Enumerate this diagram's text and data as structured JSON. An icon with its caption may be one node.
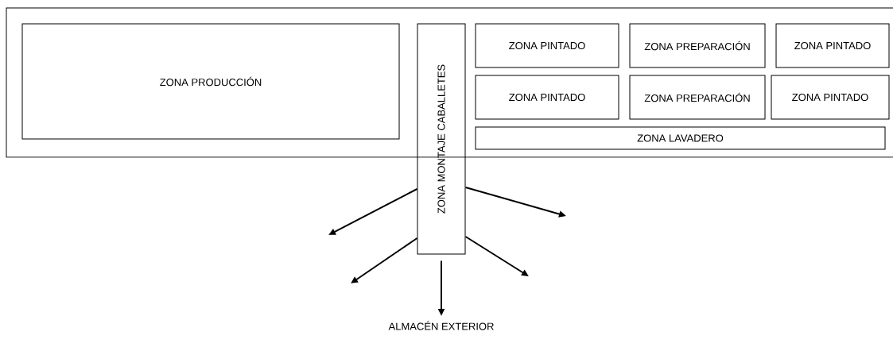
{
  "diagram": {
    "nodes": [
      {
        "text": [],
        "shape": "box"
      },
      {
        "text": [
          "ZONA PRODUCCIÓN"
        ],
        "in": 0
      },
      {
        "text": [
          "ZONA MONTAJE CABALLETES"
        ]
      },
      {
        "text": [
          "ZONA PINTADO"
        ],
        "in": 0
      },
      {
        "text": [
          "ZONA PREPARACIÓN"
        ],
        "in": 0
      },
      {
        "text": [
          "ZONA PINTADO"
        ],
        "in": 0
      },
      {
        "text": [
          "ZONA PINTADO"
        ],
        "in": 0
      },
      {
        "text": [
          "ZONA PREPARACIÓN"
        ],
        "in": 0
      },
      {
        "text": [
          "ZONA PINTADO"
        ],
        "in": 0
      },
      {
        "text": [
          "ZONA LAVADERO"
        ],
        "in": 0
      },
      {
        "text": [
          "ALMACÉN EXTERIOR"
        ]
      }
    ],
    "edges": [
      {
        "from": 2,
        "to": null,
        "arrow": "to"
      },
      {
        "from": 2,
        "to": null,
        "arrow": "to"
      },
      {
        "from": 2,
        "to": 10,
        "arrow": "to"
      },
      {
        "from": 2,
        "to": null,
        "arrow": "to"
      },
      {
        "from": 2,
        "to": null,
        "arrow": "to"
      }
    ]
  }
}
